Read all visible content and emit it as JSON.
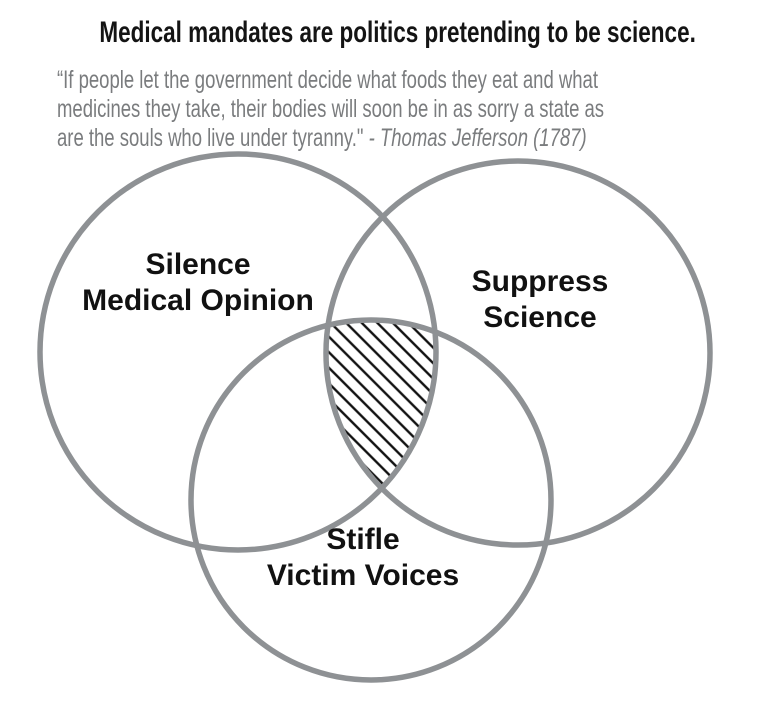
{
  "title": "Medical mandates are politics pretending to be science.",
  "quote": {
    "line1": "“If people let the government decide what foods they eat and what",
    "line2": "medicines they take, their bodies will soon be in as sorry a state as",
    "line3_regular": "are the souls who live under tyranny.\" ",
    "line3_italic": "- Thomas Jefferson (1787)"
  },
  "venn": {
    "stroke_color": "#8e9194",
    "hatch_color": "#111111",
    "circles": [
      {
        "id": "silence-medical-opinion",
        "label_line1": "Silence",
        "label_line2": "Medical Opinion"
      },
      {
        "id": "suppress-science",
        "label_line1": "Suppress",
        "label_line2": "Science"
      },
      {
        "id": "stifle-victim-voices",
        "label_line1": "Stifle",
        "label_line2": "Victim Voices"
      }
    ],
    "center_region": "hatched-triple-intersection"
  },
  "colors": {
    "background": "#ffffff",
    "title_text": "#141414",
    "quote_text": "#7a7c7e",
    "label_text": "#111111"
  }
}
